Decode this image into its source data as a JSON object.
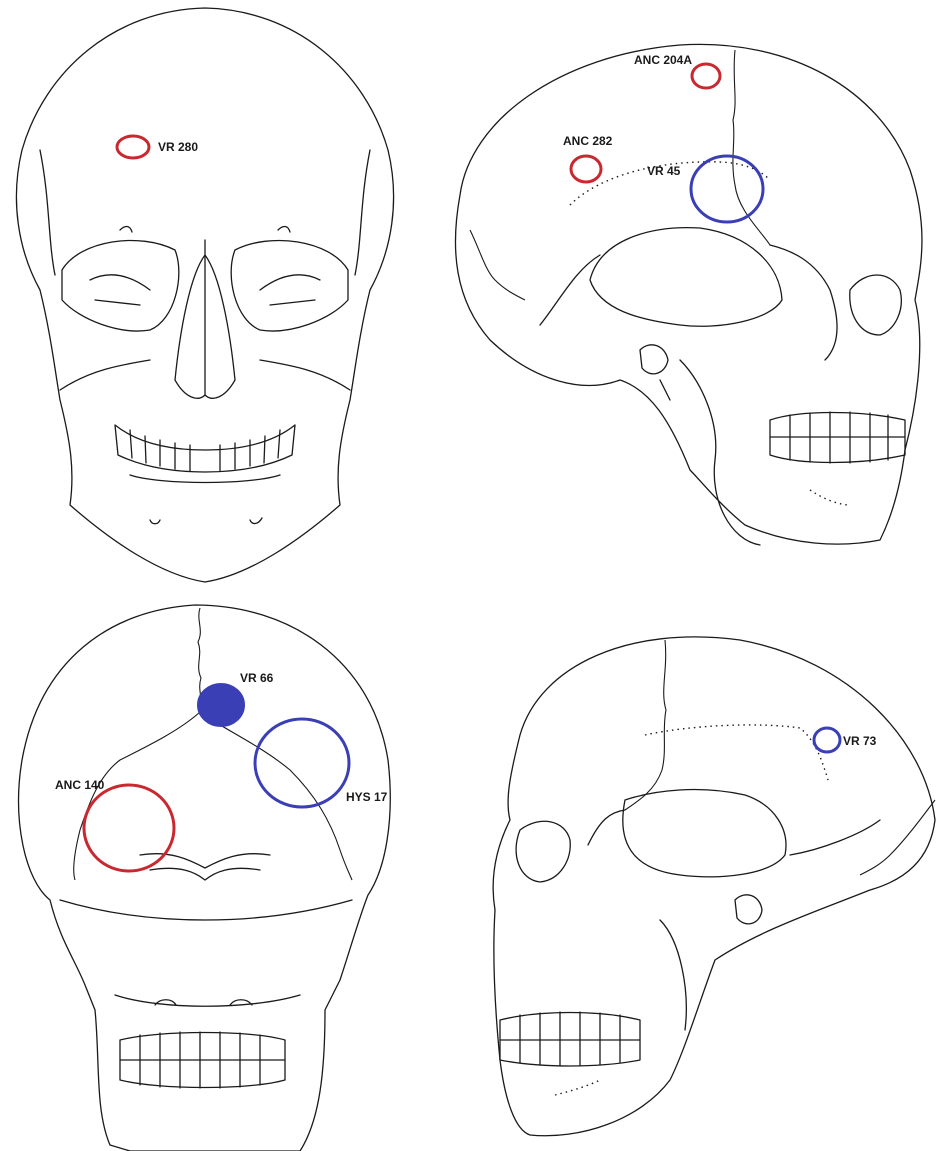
{
  "colors": {
    "red": "#c8282f",
    "blue": "#3b3fb5",
    "line": "#1a1a1a"
  },
  "views": [
    {
      "name": "frontal-view",
      "markers": [
        {
          "label": "VR 280",
          "color": "red",
          "style": "ring"
        }
      ]
    },
    {
      "name": "right-lateral-view",
      "markers": [
        {
          "label": "ANC 204A",
          "color": "red",
          "style": "ring"
        },
        {
          "label": "ANC 282",
          "color": "red",
          "style": "ring"
        },
        {
          "label": "VR 45",
          "color": "blue",
          "style": "ring"
        }
      ]
    },
    {
      "name": "posterior-view",
      "markers": [
        {
          "label": "VR 66",
          "color": "blue",
          "style": "filled"
        },
        {
          "label": "HYS 17",
          "color": "blue",
          "style": "ring"
        },
        {
          "label": "ANC 140",
          "color": "red",
          "style": "ring"
        }
      ]
    },
    {
      "name": "left-lateral-view",
      "markers": [
        {
          "label": "VR 73",
          "color": "blue",
          "style": "ring"
        }
      ]
    }
  ]
}
